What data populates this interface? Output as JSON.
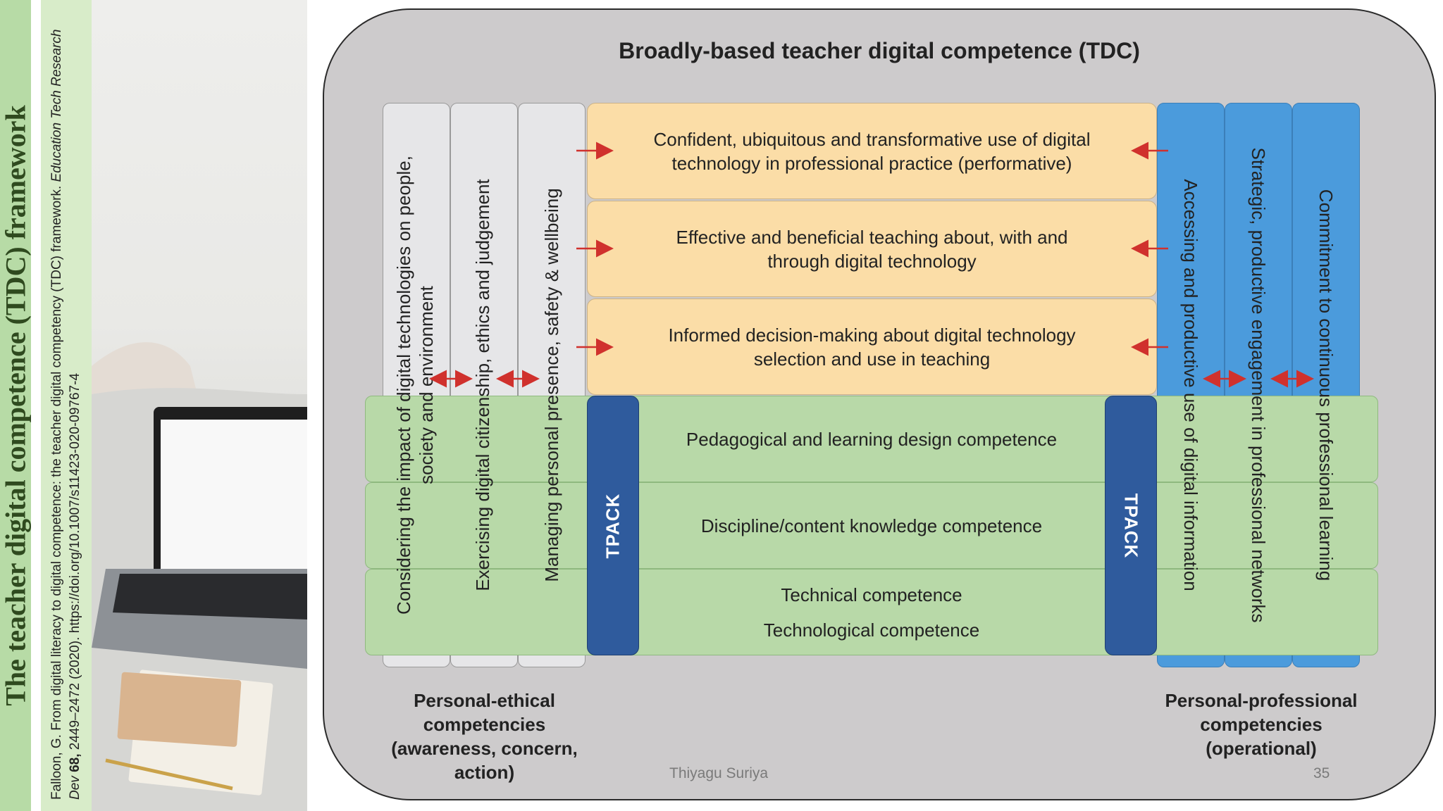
{
  "sidebar": {
    "title": "The teacher digital competence (TDC) framework",
    "citation_pre": "Falloon, G. From digital literacy to digital competence: the teacher digital competency (TDC) framework. ",
    "citation_journal": "Education Tech Research Dev",
    "citation_volume": " 68,",
    "citation_post": " 2449–2472 (2020). https://doi.org/10.1007/s11423-020-09767-4"
  },
  "diagram": {
    "title": "Broadly-based teacher digital competence (TDC)",
    "left_columns": [
      {
        "label": "Considering the impact of digital technologies on people,",
        "label2": "society and environment"
      },
      {
        "label": "Exercising digital citizenship, ethics and judgement"
      },
      {
        "label": "Managing personal presence, safety & wellbeing"
      }
    ],
    "top_boxes": [
      {
        "line1": "Confident, ubiquitous and transformative use of digital",
        "line2": "technology in professional practice (performative)"
      },
      {
        "line1": "Effective and beneficial teaching about, with and",
        "line2": "through digital technology"
      },
      {
        "line1": "Informed decision-making about digital technology",
        "line2": "selection and use in teaching"
      }
    ],
    "bands": [
      {
        "line1": "Pedagogical and learning design competence"
      },
      {
        "line1": "Discipline/content knowledge competence"
      },
      {
        "line1": "Technical competence",
        "line2": "Technological competence"
      }
    ],
    "tpack_left": "TPACK",
    "tpack_right": "TPACK",
    "right_columns": [
      {
        "label": "Accessing and productive use of digital information"
      },
      {
        "label": "Strategic, productive engagement in professional networks"
      },
      {
        "label": "Commitment to continuous professional learning"
      }
    ],
    "caption_left": [
      "Personal-ethical",
      "competencies",
      "(awareness, concern,",
      "action)"
    ],
    "caption_right": [
      "Personal-professional",
      "competencies",
      "(operational)"
    ],
    "colors": {
      "arrow": "#d0312d",
      "blue": "#4b9bdc",
      "tpack": "#2f5b9d",
      "yellow": "#fbdda7",
      "green": "#b8d9a8"
    }
  },
  "footer": {
    "author": "Thiyagu Suriya",
    "page": "35"
  }
}
